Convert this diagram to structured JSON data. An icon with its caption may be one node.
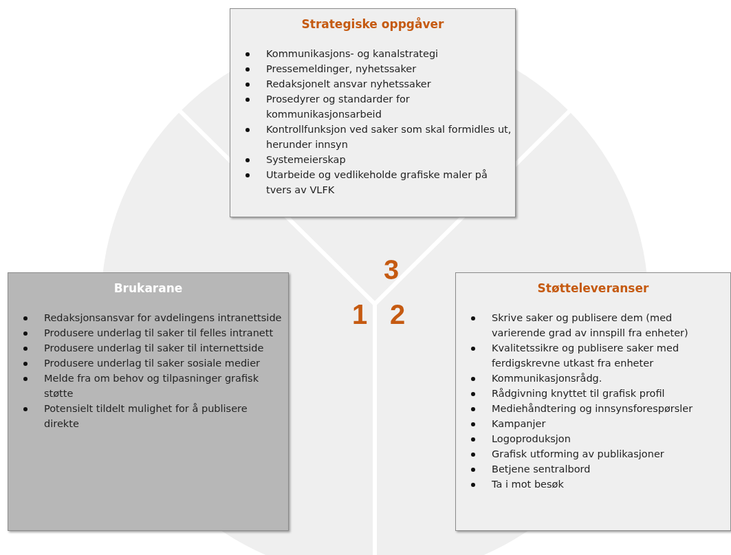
{
  "diagram": {
    "nodes": [
      {
        "text": [
          "Strategiske oppgåver",
          "Kommunikasjons- og kanalstrategi",
          "Pressemeldinger, nyhetssaker",
          "Redaksjonelt ansvar nyhetssaker",
          "Prosedyrer og standarder for kommunikasjonsarbeid",
          "Kontrollfunksjon ved saker som skal formidles ut, herunder innsyn",
          "Systemeierskap",
          "Utarbeide og vedlikeholde grafiske maler på tvers av VLFK"
        ]
      },
      {
        "text": [
          "Brukarane",
          "Redaksjonsansvar for avdelingens intranettside",
          "Produsere underlag til saker til felles intranett",
          "Produsere underlag til saker til internettside",
          "Produsere underlag til saker sosiale medier",
          "Melde fra om behov og tilpasninger grafisk støtte",
          "Potensielt tildelt mulighet for å publisere direkte"
        ]
      },
      {
        "text": [
          "Støtteleveranser",
          "Skrive saker og publisere dem (med varierende grad av innspill fra enheter)",
          "Kvalitetssikre og publisere saker med ferdigskrevne utkast fra enheter",
          "Kommunikasjonsrådg.",
          "Rådgivning knyttet til grafisk profil",
          "Mediehåndtering og innsynsforespørsler",
          "Kampanjer",
          "Logoproduksjon",
          "Grafisk utforming av publikasjoner",
          "Betjene sentralbord",
          "Ta i mot besøk"
        ]
      }
    ],
    "labels": [
      "3",
      "1",
      "2"
    ]
  }
}
